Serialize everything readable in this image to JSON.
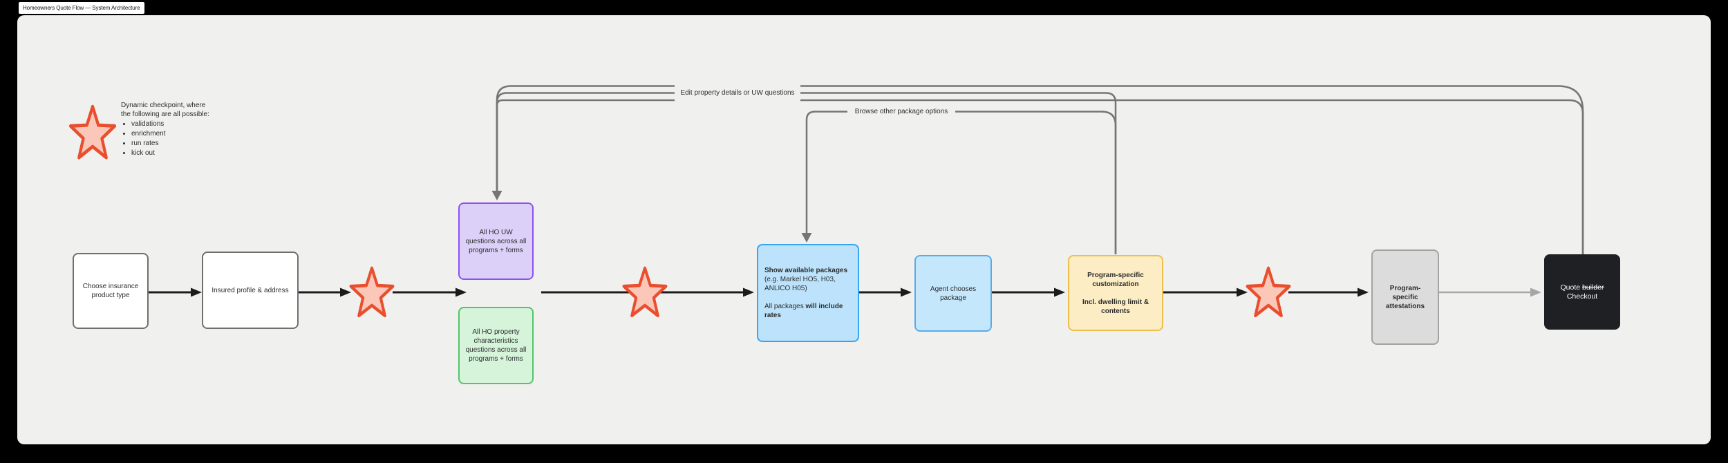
{
  "tab": {
    "title": "Homeowners Quote Flow — System Architecture"
  },
  "legend": {
    "line1": "Dynamic checkpoint, where",
    "line2": "the following are all possible:",
    "bullets": [
      "validations",
      "enrichment",
      "run rates",
      "kick out"
    ]
  },
  "flow": {
    "box_choose": "Choose insurance product type",
    "box_insured": "Insured profile & address",
    "box_uw": "All HO UW questions across all programs + forms",
    "box_property": "All HO property characteristics questions across all programs + forms",
    "box_packages": {
      "title": "Show available packages",
      "examples_line1": "(e.g. Markel HO5, H03,",
      "examples_line2": "ANLICO H05)",
      "note_regular": "All packages ",
      "note_bold": "will include rates"
    },
    "box_agent": "Agent chooses package",
    "box_customization": {
      "line1": "Program-specific customization",
      "line2": "Incl. dwelling limit & contents"
    },
    "box_attestations": "Program-specific attestations",
    "box_checkout": {
      "prefix": "Quote ",
      "struck": "builder",
      "line2": "Checkout"
    }
  },
  "feedback": {
    "edit_label": "Edit property details or UW questions",
    "browse_label": "Browse other package options"
  },
  "colors": {
    "page_bg": "#000000",
    "canvas_bg": "#F0F0EE",
    "star_fill": "#FBC7B9",
    "star_stroke": "#E94F2E",
    "purple_fill": "#DCD0F8",
    "purple_stroke": "#8C52F0",
    "green_fill": "#D5F4DA",
    "green_stroke": "#53C46A",
    "blue_fill": "#BCE3FB",
    "blue_stroke": "#38A3EF",
    "blue2_fill": "#C4E7FC",
    "blue2_stroke": "#58ABEB",
    "yellow_fill": "#FCEDC4",
    "yellow_stroke": "#EFBF4D",
    "gray_fill": "#DCDCDC",
    "gray_stroke": "#A3A3A3",
    "dark_fill": "#1F2023",
    "arrow": "#1B1B1B",
    "connector": "#757575",
    "muted_arrow": "#A6A6A6"
  }
}
